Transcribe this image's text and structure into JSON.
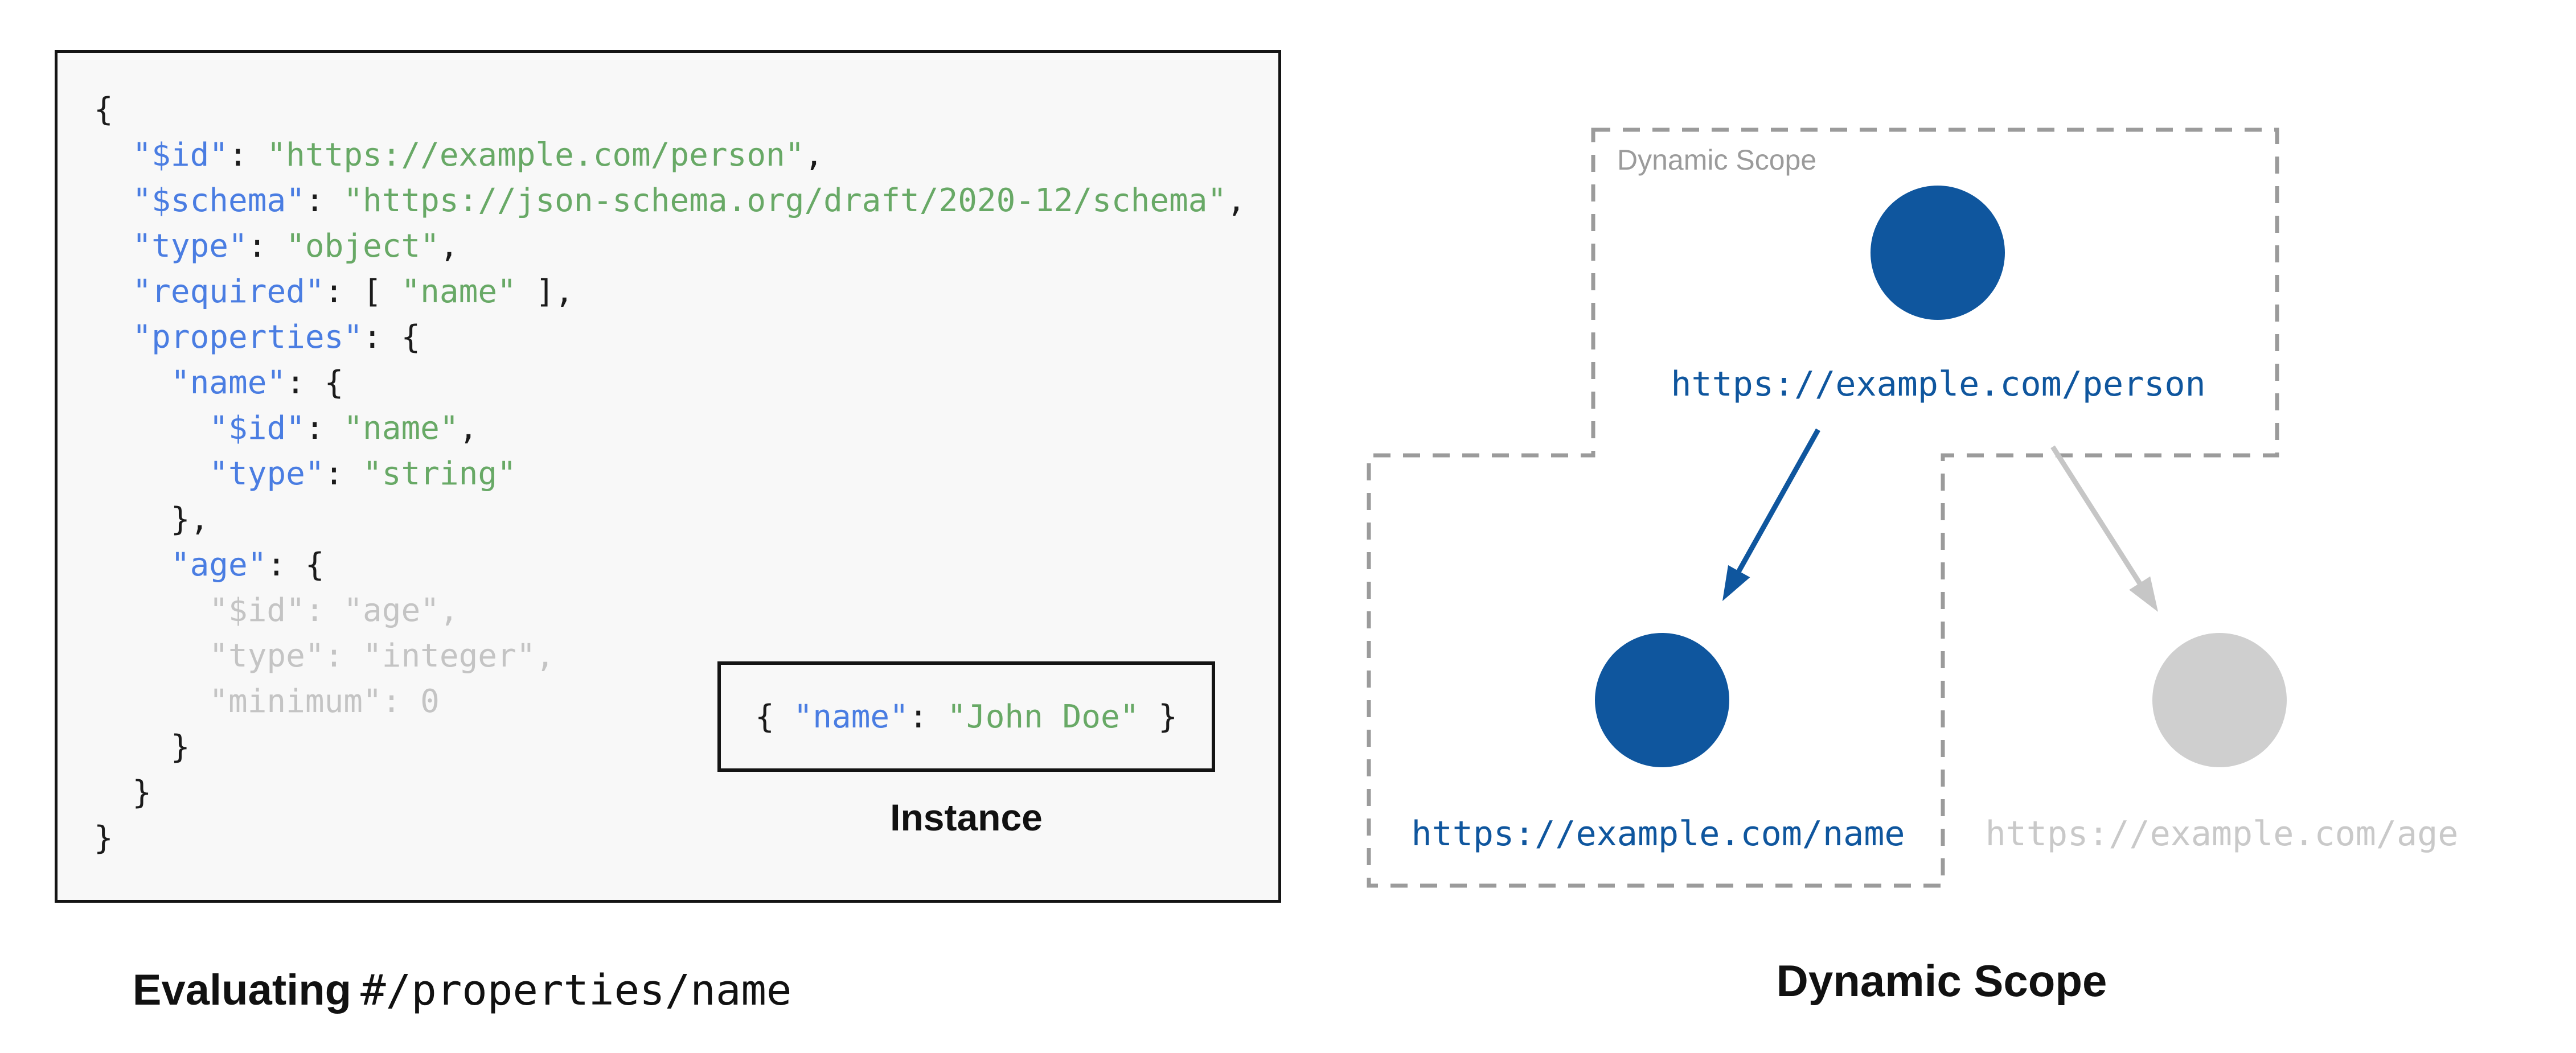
{
  "colors": {
    "panel_bg": "#F8F8F8",
    "panel_border": "#141414",
    "key_blue": "#4A7DE2",
    "string_green": "#68A966",
    "punct_black": "#1B1B1B",
    "muted_gray": "#C4C4C4",
    "node_active_blue": "#0F569E",
    "node_inactive_gray": "#CFCFCF",
    "url_inactive_gray": "#C9C9C9",
    "arrow_inactive_gray": "#C6C6C6",
    "scope_dash_gray": "#9B9B9B"
  },
  "schema_panel": {
    "code_lines": [
      [
        {
          "text": "{",
          "color": "p"
        }
      ],
      [
        {
          "text": "  ",
          "color": "p"
        },
        {
          "text": "\"$id\"",
          "color": "k"
        },
        {
          "text": ": ",
          "color": "p"
        },
        {
          "text": "\"https://example.com/person\"",
          "color": "s"
        },
        {
          "text": ",",
          "color": "p"
        }
      ],
      [
        {
          "text": "  ",
          "color": "p"
        },
        {
          "text": "\"$schema\"",
          "color": "k"
        },
        {
          "text": ": ",
          "color": "p"
        },
        {
          "text": "\"https://json-schema.org/draft/2020-12/schema\"",
          "color": "s"
        },
        {
          "text": ",",
          "color": "p"
        }
      ],
      [
        {
          "text": "  ",
          "color": "p"
        },
        {
          "text": "\"type\"",
          "color": "k"
        },
        {
          "text": ": ",
          "color": "p"
        },
        {
          "text": "\"object\"",
          "color": "s"
        },
        {
          "text": ",",
          "color": "p"
        }
      ],
      [
        {
          "text": "  ",
          "color": "p"
        },
        {
          "text": "\"required\"",
          "color": "k"
        },
        {
          "text": ": [ ",
          "color": "p"
        },
        {
          "text": "\"name\"",
          "color": "s"
        },
        {
          "text": " ],",
          "color": "p"
        }
      ],
      [
        {
          "text": "  ",
          "color": "p"
        },
        {
          "text": "\"properties\"",
          "color": "k"
        },
        {
          "text": ": {",
          "color": "p"
        }
      ],
      [
        {
          "text": "    ",
          "color": "p"
        },
        {
          "text": "\"name\"",
          "color": "k"
        },
        {
          "text": ": {",
          "color": "p"
        }
      ],
      [
        {
          "text": "      ",
          "color": "p"
        },
        {
          "text": "\"$id\"",
          "color": "k"
        },
        {
          "text": ": ",
          "color": "p"
        },
        {
          "text": "\"name\"",
          "color": "s"
        },
        {
          "text": ",",
          "color": "p"
        }
      ],
      [
        {
          "text": "      ",
          "color": "p"
        },
        {
          "text": "\"type\"",
          "color": "k"
        },
        {
          "text": ": ",
          "color": "p"
        },
        {
          "text": "\"string\"",
          "color": "s"
        }
      ],
      [
        {
          "text": "    },",
          "color": "p"
        }
      ],
      [
        {
          "text": "    ",
          "color": "p"
        },
        {
          "text": "\"age\"",
          "color": "k"
        },
        {
          "text": ": {",
          "color": "p"
        }
      ],
      [
        {
          "text": "      \"$id\": \"age\",",
          "color": "m"
        }
      ],
      [
        {
          "text": "      \"type\": \"integer\",",
          "color": "m"
        }
      ],
      [
        {
          "text": "      \"minimum\": 0",
          "color": "m"
        }
      ],
      [
        {
          "text": "    }",
          "color": "p"
        }
      ],
      [
        {
          "text": "  }",
          "color": "p"
        }
      ],
      [
        {
          "text": "}",
          "color": "p"
        }
      ]
    ],
    "instance": {
      "code": [
        {
          "text": "{ ",
          "color": "p"
        },
        {
          "text": "\"name\"",
          "color": "k"
        },
        {
          "text": ": ",
          "color": "p"
        },
        {
          "text": "\"John Doe\"",
          "color": "s"
        },
        {
          "text": " }",
          "color": "p"
        }
      ],
      "label": "Instance"
    },
    "caption": {
      "bold": "Evaluating",
      "mono": "#/properties/name"
    }
  },
  "scope_panel": {
    "scope_label": "Dynamic Scope",
    "caption": "Dynamic Scope",
    "nodes": {
      "person": {
        "url": "https://example.com/person",
        "state": "active"
      },
      "name": {
        "url": "https://example.com/name",
        "state": "active"
      },
      "age": {
        "url": "https://example.com/age",
        "state": "inactive"
      }
    }
  }
}
